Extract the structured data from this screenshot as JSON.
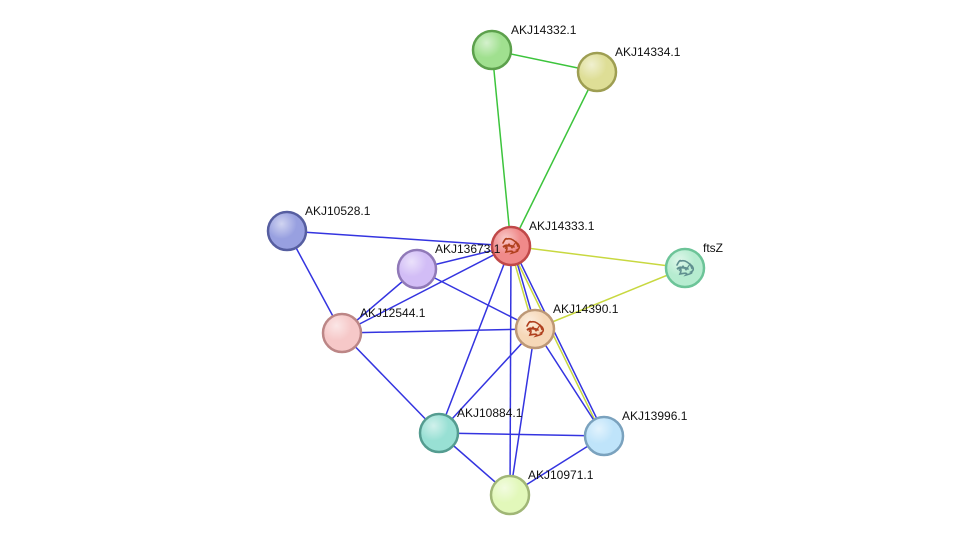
{
  "network": {
    "nodes": [
      {
        "id": "n_14332",
        "label": "AKJ14332.1",
        "fill": "#a0e08f",
        "stroke": "#5ca04c"
      },
      {
        "id": "n_14334",
        "label": "AKJ14334.1",
        "fill": "#dede96",
        "stroke": "#9e9e52"
      },
      {
        "id": "n_10528",
        "label": "AKJ10528.1",
        "fill": "#98a0e0",
        "stroke": "#565ea0"
      },
      {
        "id": "n_14333",
        "label": "AKJ14333.1",
        "fill": "#f08a8a",
        "stroke": "#c04848",
        "has_structure": true
      },
      {
        "id": "n_13673",
        "label": "AKJ13673.1",
        "fill": "#d2bdf6",
        "stroke": "#9079b8"
      },
      {
        "id": "n_ftsZ",
        "label": "ftsZ",
        "fill": "#b6ecd0",
        "stroke": "#6cc498",
        "has_structure": true
      },
      {
        "id": "n_12544",
        "label": "AKJ12544.1",
        "fill": "#f6c8c8",
        "stroke": "#bc8686"
      },
      {
        "id": "n_14390",
        "label": "AKJ14390.1",
        "fill": "#f6d8b8",
        "stroke": "#bd9876",
        "has_structure": true
      },
      {
        "id": "n_10884",
        "label": "AKJ10884.1",
        "fill": "#98e0d4",
        "stroke": "#549c90"
      },
      {
        "id": "n_13996",
        "label": "AKJ13996.1",
        "fill": "#bfe4fa",
        "stroke": "#7aa2be"
      },
      {
        "id": "n_10971",
        "label": "AKJ10971.1",
        "fill": "#e2f8ba",
        "stroke": "#a0b676"
      }
    ],
    "edge_colors": {
      "green": "#3cc43c",
      "blue": "#3434e0",
      "yellow": "#c8d840"
    },
    "edges": [
      {
        "from": "n_14332",
        "to": "n_14334",
        "colors": [
          "green"
        ]
      },
      {
        "from": "n_14332",
        "to": "n_14333",
        "colors": [
          "green"
        ]
      },
      {
        "from": "n_14334",
        "to": "n_14333",
        "colors": [
          "green"
        ]
      },
      {
        "from": "n_10528",
        "to": "n_14333",
        "colors": [
          "blue"
        ]
      },
      {
        "from": "n_10528",
        "to": "n_12544",
        "colors": [
          "blue"
        ]
      },
      {
        "from": "n_14333",
        "to": "n_13673",
        "colors": [
          "blue"
        ]
      },
      {
        "from": "n_14333",
        "to": "n_12544",
        "colors": [
          "blue"
        ]
      },
      {
        "from": "n_14333",
        "to": "n_14390",
        "colors": [
          "blue",
          "yellow"
        ]
      },
      {
        "from": "n_14333",
        "to": "n_ftsZ",
        "colors": [
          "yellow"
        ]
      },
      {
        "from": "n_14333",
        "to": "n_10884",
        "colors": [
          "blue"
        ]
      },
      {
        "from": "n_14333",
        "to": "n_13996",
        "colors": [
          "blue",
          "yellow"
        ]
      },
      {
        "from": "n_14333",
        "to": "n_10971",
        "colors": [
          "blue"
        ]
      },
      {
        "from": "n_ftsZ",
        "to": "n_14390",
        "colors": [
          "yellow"
        ]
      },
      {
        "from": "n_13673",
        "to": "n_12544",
        "colors": [
          "blue"
        ]
      },
      {
        "from": "n_13673",
        "to": "n_14390",
        "colors": [
          "blue"
        ]
      },
      {
        "from": "n_12544",
        "to": "n_14390",
        "colors": [
          "blue"
        ]
      },
      {
        "from": "n_12544",
        "to": "n_10884",
        "colors": [
          "blue"
        ]
      },
      {
        "from": "n_14390",
        "to": "n_10884",
        "colors": [
          "blue"
        ]
      },
      {
        "from": "n_14390",
        "to": "n_13996",
        "colors": [
          "blue"
        ]
      },
      {
        "from": "n_14390",
        "to": "n_10971",
        "colors": [
          "blue"
        ]
      },
      {
        "from": "n_10884",
        "to": "n_13996",
        "colors": [
          "blue"
        ]
      },
      {
        "from": "n_10884",
        "to": "n_10971",
        "colors": [
          "blue"
        ]
      },
      {
        "from": "n_13996",
        "to": "n_10971",
        "colors": [
          "blue"
        ]
      }
    ]
  }
}
